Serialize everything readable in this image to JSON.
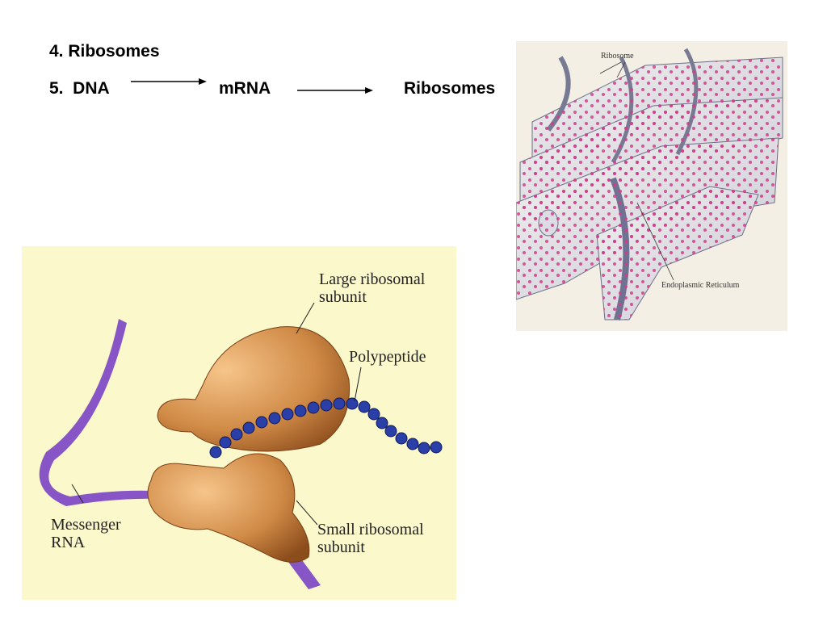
{
  "slide": {
    "line4": "4. Ribosomes",
    "line5_prefix": "5.  DNA",
    "flow_mrna": "mRNA",
    "flow_ribosomes": "Ribosomes"
  },
  "ribosome_figure": {
    "large_subunit_label": "Large ribosomal\nsubunit",
    "polypeptide_label": "Polypeptide",
    "messenger_rna_label": "Messenger\nRNA",
    "small_subunit_label": "Small ribosomal\nsubunit"
  },
  "er_figure": {
    "ribosome_label": "Ribosome",
    "er_label": "Endoplasmic Reticulum"
  }
}
